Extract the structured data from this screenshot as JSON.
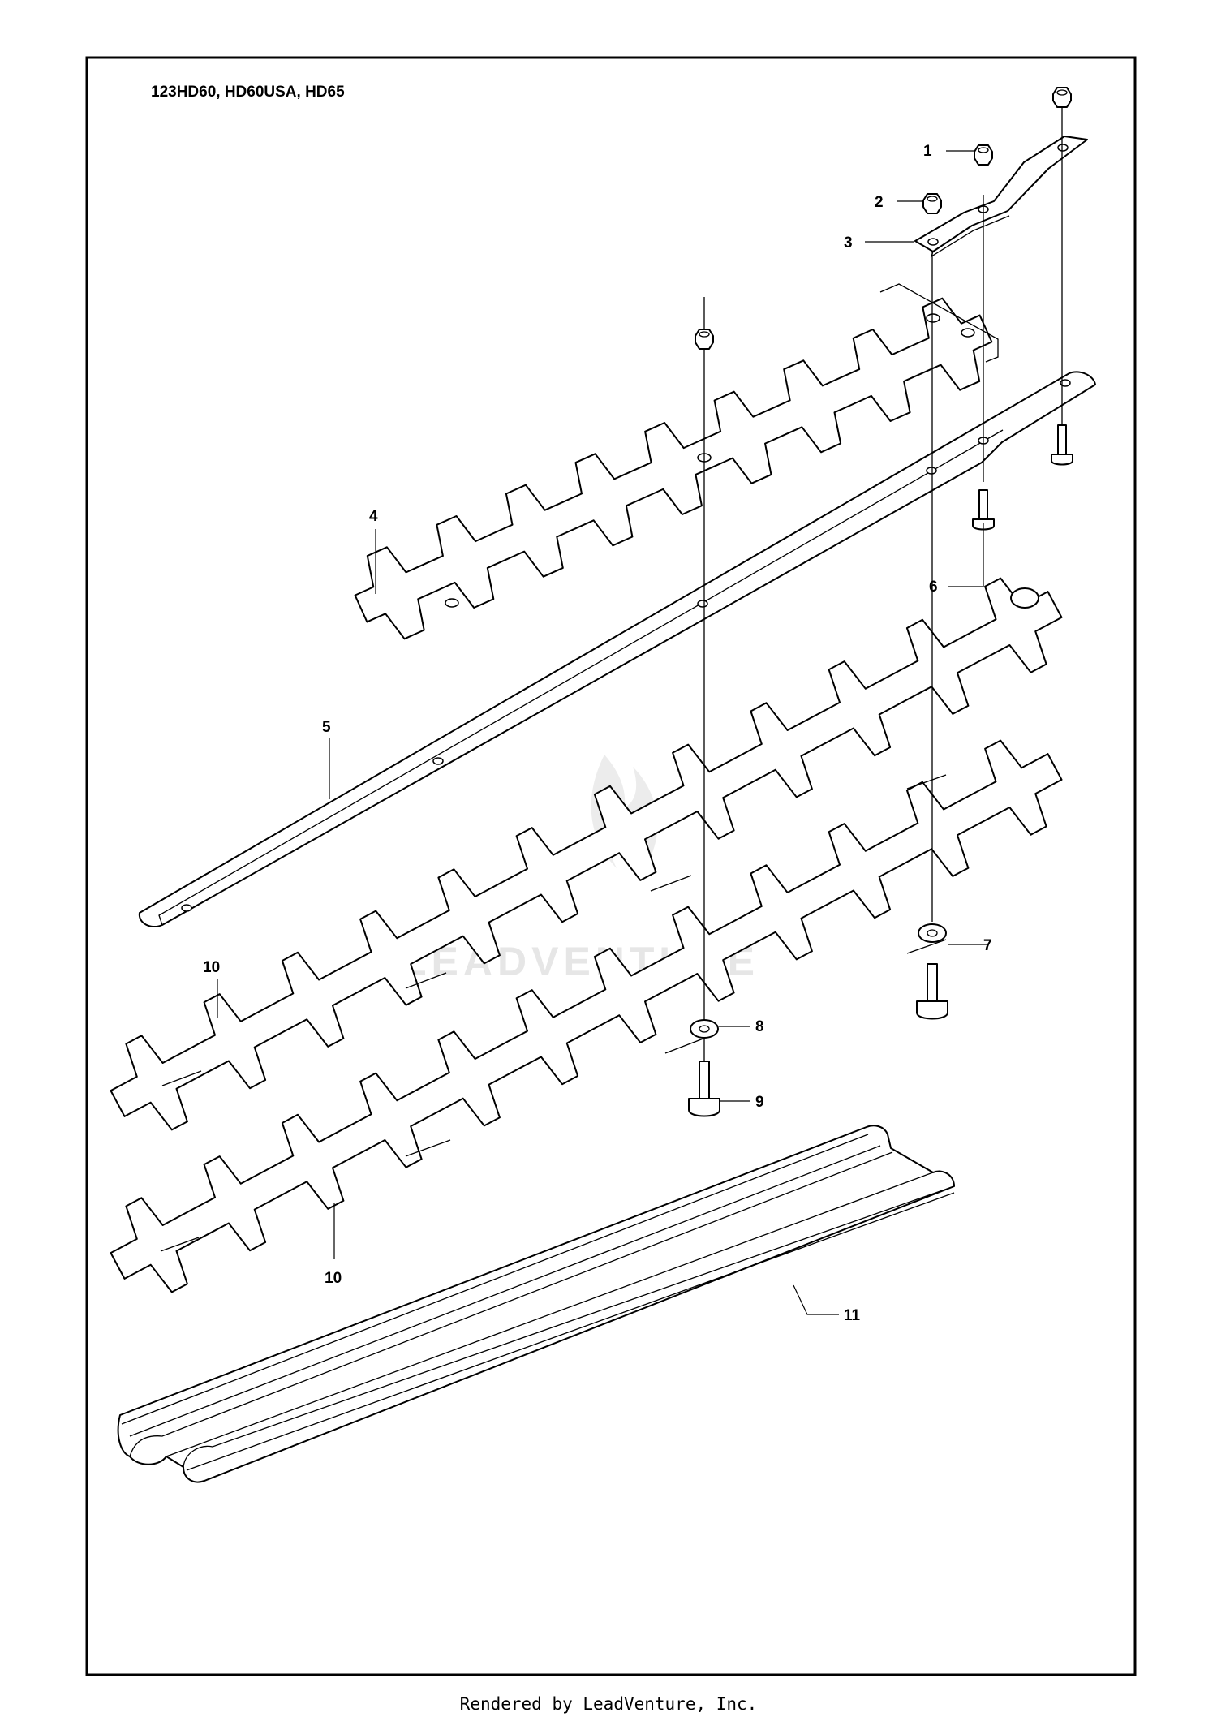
{
  "diagram": {
    "model_label": "123HD60, HD60USA, HD65",
    "watermark": "LEADVENTURE",
    "callouts": [
      {
        "id": "1",
        "label": "1"
      },
      {
        "id": "2",
        "label": "2"
      },
      {
        "id": "3",
        "label": "3"
      },
      {
        "id": "4",
        "label": "4"
      },
      {
        "id": "5",
        "label": "5"
      },
      {
        "id": "6",
        "label": "6"
      },
      {
        "id": "7",
        "label": "7"
      },
      {
        "id": "8",
        "label": "8"
      },
      {
        "id": "9",
        "label": "9"
      },
      {
        "id": "10a",
        "label": "10"
      },
      {
        "id": "10b",
        "label": "10"
      },
      {
        "id": "11",
        "label": "11"
      }
    ]
  },
  "footer": {
    "text": "Rendered by LeadVenture, Inc."
  },
  "colors": {
    "line": "#000000",
    "background": "#ffffff",
    "watermark": "#e6e6e6"
  }
}
